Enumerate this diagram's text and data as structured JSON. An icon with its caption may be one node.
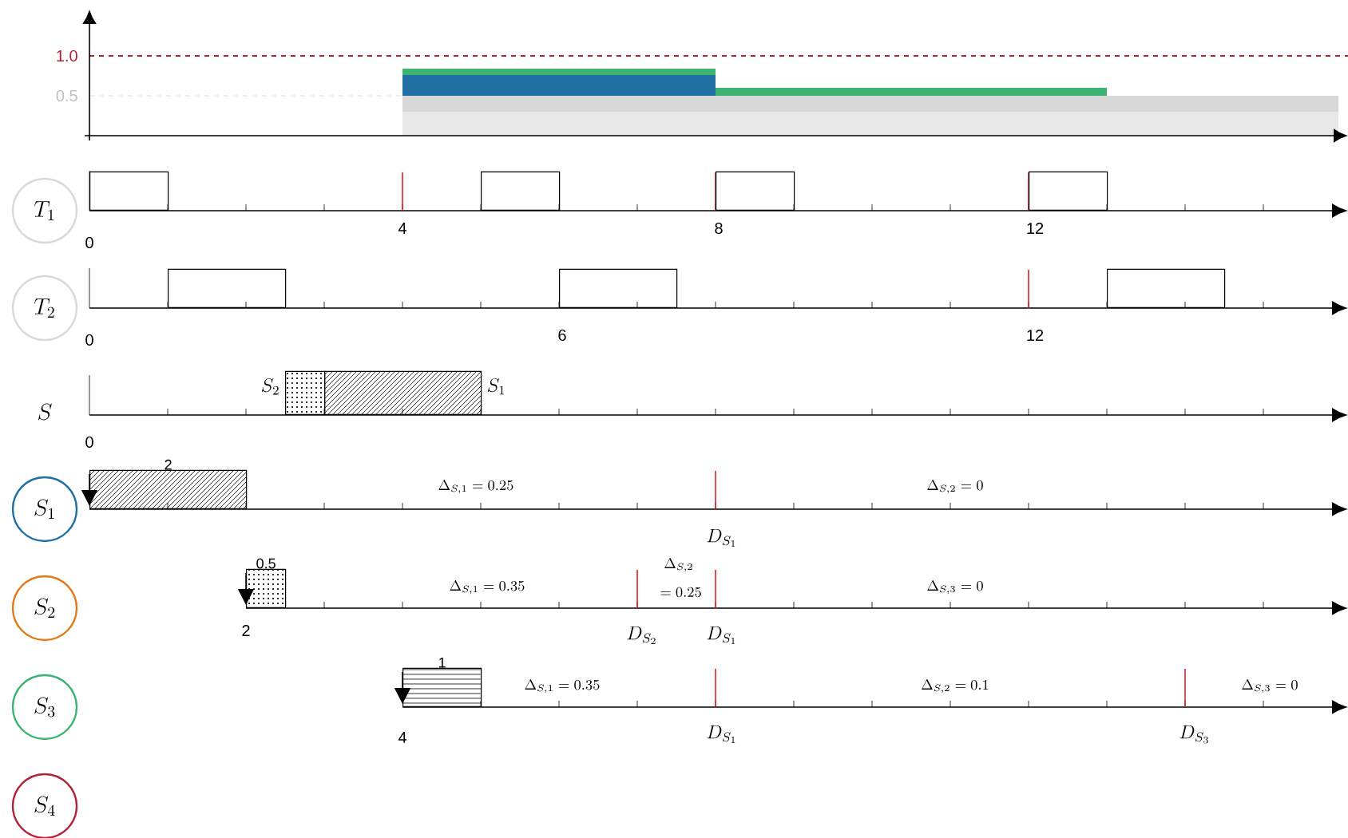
{
  "diagram": {
    "nodes": [
      {
        "text": [
          "T_1"
        ]
      },
      {
        "text": [],
        "shape": "box"
      },
      {
        "text": [],
        "shape": "box"
      },
      {
        "text": [],
        "shape": "box"
      },
      {
        "text": [],
        "shape": "box"
      },
      {
        "text": [
          "T_2"
        ]
      },
      {
        "text": [],
        "shape": "box"
      },
      {
        "text": [],
        "shape": "box"
      },
      {
        "text": [],
        "shape": "box"
      },
      {
        "text": [
          "S_2"
        ]
      },
      {
        "text": [
          "S_1"
        ]
      },
      {
        "text": [
          "S_1"
        ]
      },
      {
        "text": [
          "2"
        ]
      },
      {
        "text": [
          "S_2"
        ]
      },
      {
        "text": [
          "0.5"
        ]
      },
      {
        "text": [
          "S_3"
        ]
      },
      {
        "text": [
          "1"
        ]
      },
      {
        "text": [
          "S_4"
        ]
      }
    ],
    "labels": [
      "1.0",
      "0.5",
      "0",
      "4",
      "8",
      "12",
      "0",
      "6",
      "12",
      "S",
      "0",
      "\\Delta_{S,1} = 0.25",
      "\\Delta_{S,2} = 0",
      "D_{S_1}",
      "\\Delta_{S,1} = 0.35",
      "\\Delta_{S,2}",
      "{}= 0.25",
      "\\Delta_{S,3} = 0",
      "2",
      "D_{S_2}",
      "D_{S_1}",
      "\\Delta_{S,1} = 0.35",
      "\\Delta_{S,2} = 0.1",
      "\\Delta_{S,3} = 0",
      "4",
      "D_{S_1}",
      "D_{S_3}"
    ]
  }
}
